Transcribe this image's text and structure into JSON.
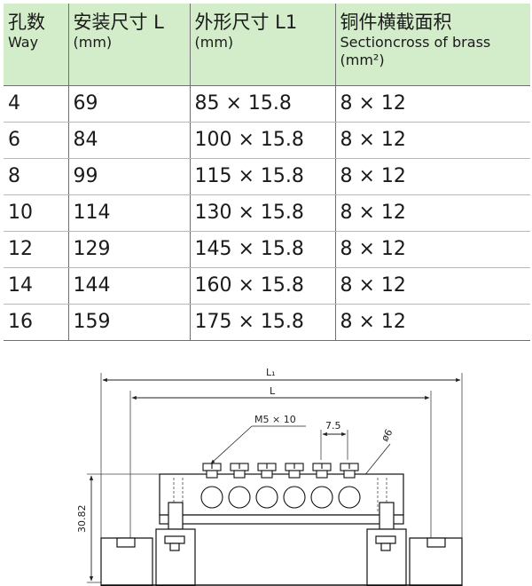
{
  "table": {
    "headers": [
      {
        "main": "孔数",
        "sub": "Way"
      },
      {
        "main": "安装尺寸 L",
        "sub": "(mm)"
      },
      {
        "main": "外形尺寸 L1",
        "sub": "(mm)"
      },
      {
        "main": "铜件横截面积",
        "sub": "Sectioncross of brass",
        "sub2": "(mm²)"
      }
    ],
    "rows": [
      [
        "4",
        "69",
        "85 × 15.8",
        "8 × 12"
      ],
      [
        "6",
        "84",
        "100 × 15.8",
        "8 × 12"
      ],
      [
        "8",
        "99",
        "115 × 15.8",
        "8 × 12"
      ],
      [
        "10",
        "114",
        "130 × 15.8",
        "8 × 12"
      ],
      [
        "12",
        "129",
        "145 × 15.8",
        "8 × 12"
      ],
      [
        "14",
        "144",
        "160 × 15.8",
        "8 × 12"
      ],
      [
        "16",
        "159",
        "175 × 15.8",
        "8 × 12"
      ]
    ]
  },
  "drawing": {
    "dim_L1": "L₁",
    "dim_L": "L",
    "screw_label": "M5 × 10",
    "pitch_label": "7.5",
    "hole_label": "ø6",
    "height_label": "30.82"
  },
  "colors": {
    "header_bg": "#d3ecc9",
    "line": "#6f6f6f"
  }
}
